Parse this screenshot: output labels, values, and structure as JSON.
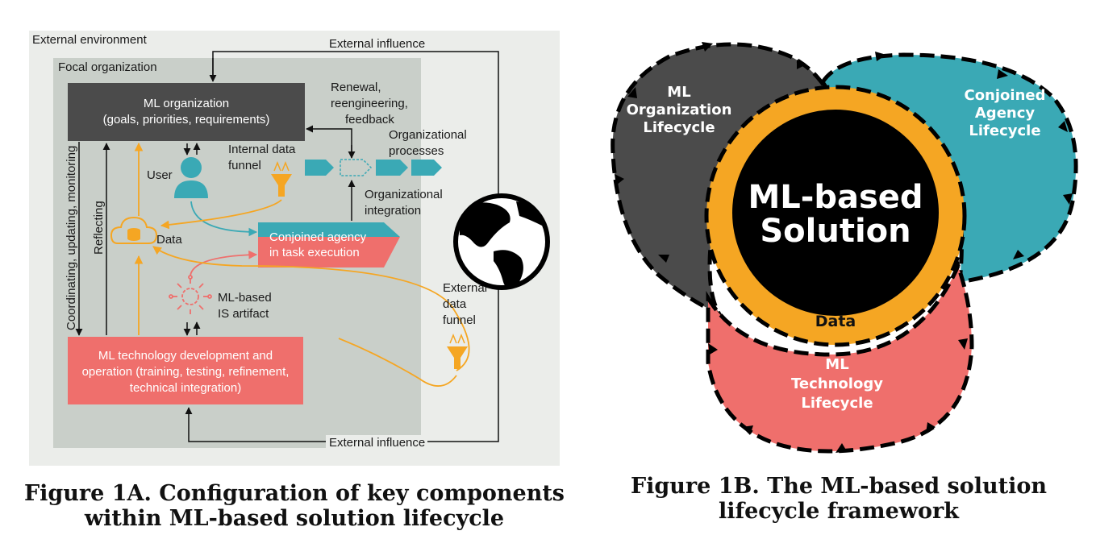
{
  "figure_a": {
    "external_environment": "External environment",
    "focal_organization": "Focal organization",
    "external_influence_top": "External influence",
    "external_influence_bottom": "External influence",
    "ml_organization_line1": "ML organization",
    "ml_organization_line2": "(goals, priorities, requirements)",
    "renewal_line1": "Renewal,",
    "renewal_line2": "reengineering,",
    "renewal_line3": "feedback",
    "org_processes_line1": "Organizational",
    "org_processes_line2": "processes",
    "internal_funnel_line1": "Internal data",
    "internal_funnel_line2": "funnel",
    "user": "User",
    "org_integration_line1": "Organizational",
    "org_integration_line2": "integration",
    "data": "Data",
    "conjoined_line1": "Conjoined agency",
    "conjoined_line2": "in task execution",
    "artifact_line1": "ML-based",
    "artifact_line2": "IS artifact",
    "external_funnel_line1": "External",
    "external_funnel_line2": "data",
    "external_funnel_line3": "funnel",
    "coordinating": "Coordinating, updating, monitoring",
    "reflecting": "Reflecting",
    "ml_tech_line1": "ML technology development and",
    "ml_tech_line2": "operation (training, testing, refinement,",
    "ml_tech_line3": "technical integration)",
    "caption_line1": "Figure 1A. Configuration of key components",
    "caption_line2": "within ML-based solution lifecycle"
  },
  "figure_b": {
    "org_line1": "ML",
    "org_line2": "Organization",
    "org_line3": "Lifecycle",
    "agency_line1": "Conjoined",
    "agency_line2": "Agency",
    "agency_line3": "Lifecycle",
    "tech_line1": "ML",
    "tech_line2": "Technology",
    "tech_line3": "Lifecycle",
    "center_line1": "ML-based",
    "center_line2": "Solution",
    "data": "Data",
    "caption_line1": "Figure 1B. The ML-based solution",
    "caption_line2": "lifecycle framework"
  },
  "colors": {
    "dark_gray": "#4b4b4b",
    "teal": "#3aa9b5",
    "salmon": "#ef6f6c",
    "orange": "#f5a623",
    "focal_bg": "#c9cfc9",
    "env_bg": "#ebedea"
  }
}
